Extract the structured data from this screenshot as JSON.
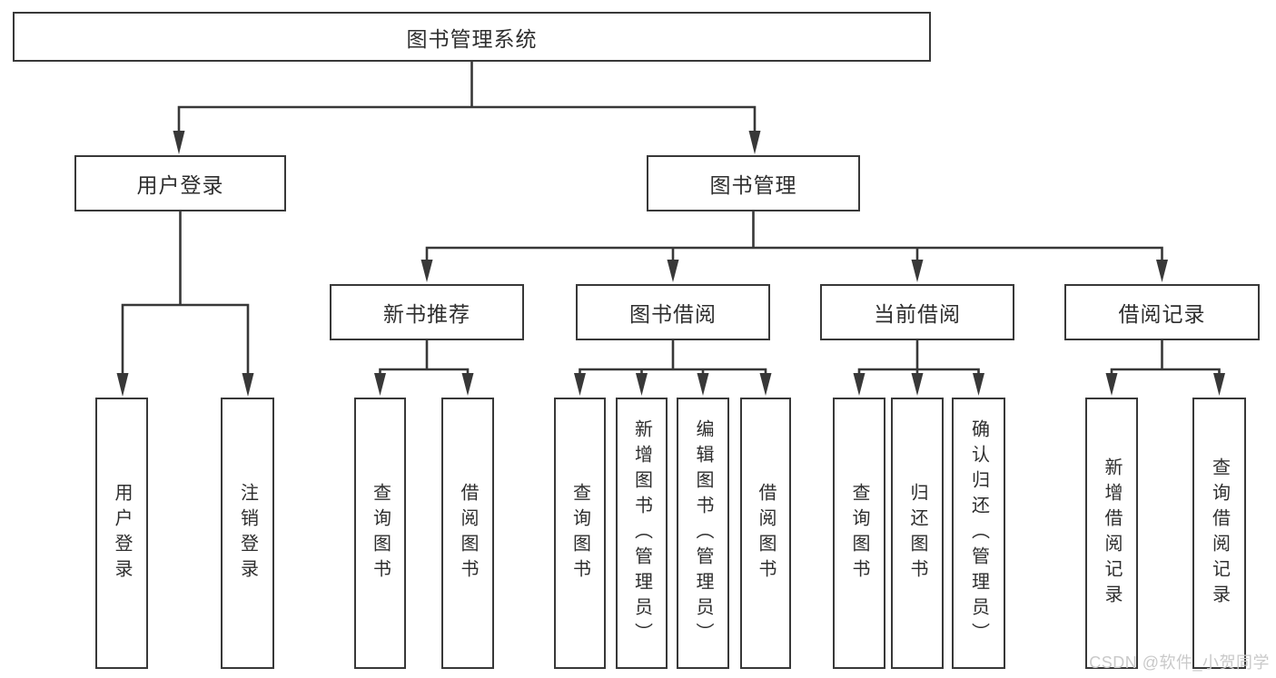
{
  "tree": {
    "label": "图书管理系统",
    "children": [
      {
        "label": "用户登录",
        "children": [
          {
            "label": "用户登录"
          },
          {
            "label": "注销登录"
          }
        ]
      },
      {
        "label": "图书管理",
        "children": [
          {
            "label": "新书推荐",
            "children": [
              {
                "label": "查询图书"
              },
              {
                "label": "借阅图书"
              }
            ]
          },
          {
            "label": "图书借阅",
            "children": [
              {
                "label": "查询图书"
              },
              {
                "label": "新增图书（管理员）"
              },
              {
                "label": "编辑图书（管理员）"
              },
              {
                "label": "借阅图书"
              }
            ]
          },
          {
            "label": "当前借阅",
            "children": [
              {
                "label": "查询图书"
              },
              {
                "label": "归还图书"
              },
              {
                "label": "确认归还（管理员）"
              }
            ]
          },
          {
            "label": "借阅记录",
            "children": [
              {
                "label": "新增借阅记录"
              },
              {
                "label": "查询借阅记录"
              }
            ]
          }
        ]
      }
    ]
  },
  "watermark": {
    "text": "CSDN @软件_小贺同学"
  },
  "colors": {
    "line": "#383838",
    "text": "#2e2e2e",
    "watermark": "#c9c9c9",
    "background": "#ffffff"
  }
}
